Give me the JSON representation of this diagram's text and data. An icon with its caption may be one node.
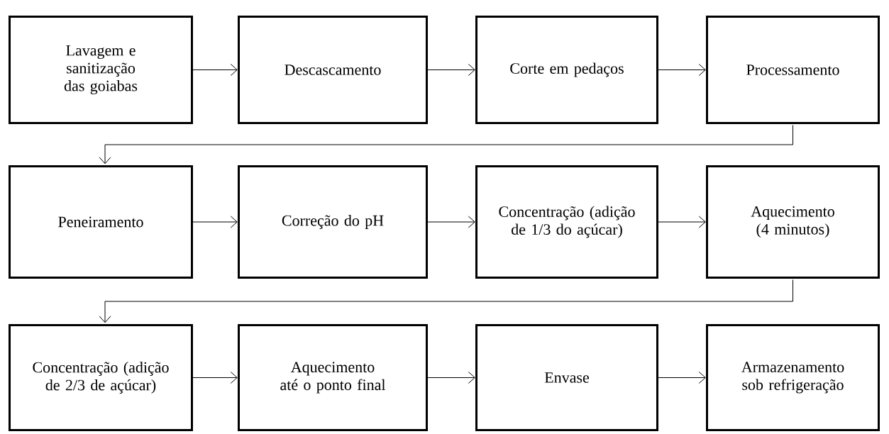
{
  "diagram": {
    "nodes": [
      {
        "text": [
          "Lavagem e sanitização das goiabas"
        ]
      },
      {
        "text": [
          "Descascamento"
        ]
      },
      {
        "text": [
          "Corte em pedaços"
        ]
      },
      {
        "text": [
          "Processamento"
        ]
      },
      {
        "text": [
          "Peneiramento"
        ]
      },
      {
        "text": [
          "Correção do pH"
        ]
      },
      {
        "text": [
          "Concentração (adição de 1/3 do açúcar)"
        ]
      },
      {
        "text": [
          "Aquecimento (4 minutos)"
        ]
      },
      {
        "text": [
          "Concentração (adição de 2/3 de açúcar)"
        ]
      },
      {
        "text": [
          "Aquecimento até o ponto final"
        ]
      },
      {
        "text": [
          "Envase"
        ]
      },
      {
        "text": [
          "Armazenamento sob refrigeração"
        ]
      }
    ],
    "edges": [
      {
        "from": 0,
        "to": 1,
        "arrow": "to"
      },
      {
        "from": 1,
        "to": 2,
        "arrow": "to"
      },
      {
        "from": 2,
        "to": 3,
        "arrow": "to"
      },
      {
        "from": 3,
        "to": 4,
        "arrow": "to"
      },
      {
        "from": 4,
        "to": 5,
        "arrow": "to"
      },
      {
        "from": 5,
        "to": 6,
        "arrow": "to"
      },
      {
        "from": 6,
        "to": 7,
        "arrow": "to"
      },
      {
        "from": 7,
        "to": 8,
        "arrow": "to"
      },
      {
        "from": 8,
        "to": 9,
        "arrow": "to"
      },
      {
        "from": 9,
        "to": 10,
        "arrow": "to"
      },
      {
        "from": 10,
        "to": 11,
        "arrow": "to"
      }
    ]
  }
}
